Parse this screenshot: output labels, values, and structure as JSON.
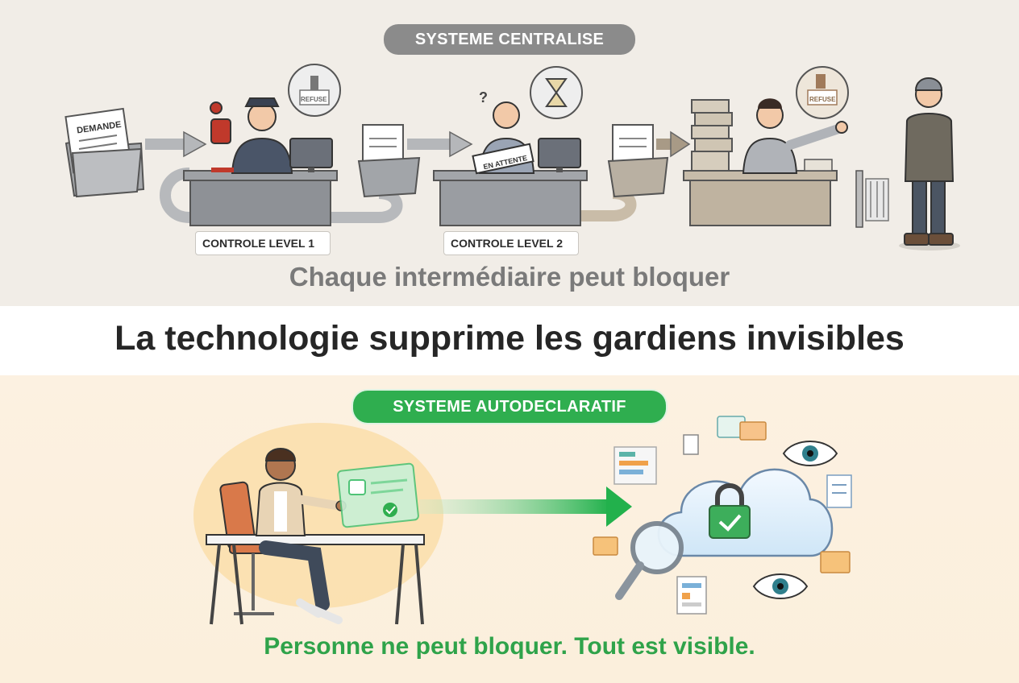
{
  "top": {
    "pill": "SYSTEME CENTRALISE",
    "document_label": "DEMANDE",
    "stamp_label_1": "REFUSE",
    "stamp_label_2": "EN ATTENTE",
    "stamp_label_3": "REFUSE",
    "level_1": "CONTROLE LEVEL 1",
    "level_2": "CONTROLE LEVEL 2",
    "question_mark": "?",
    "caption": "Chaque intermédiaire peut bloquer"
  },
  "headline": "La technologie supprime les gardiens invisibles",
  "bottom": {
    "pill": "SYSTEME AUTODECLARATIF",
    "caption": "Personne ne peut bloquer. Tout est visible."
  },
  "colors": {
    "top_bg": "#f1ede7",
    "bottom_bg": "#fbefdc",
    "green": "#2fae4f",
    "gray_pill": "#8b8b8b"
  }
}
